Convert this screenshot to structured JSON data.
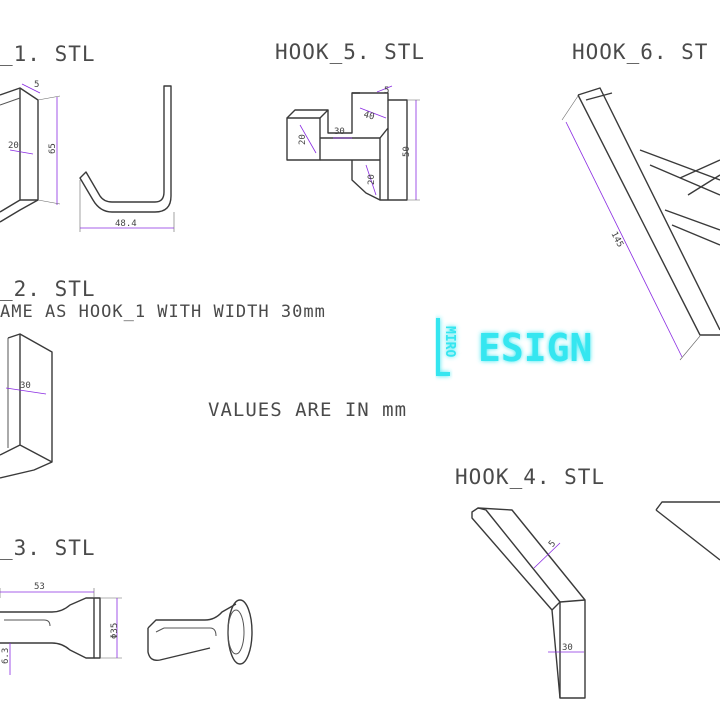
{
  "sheet": {
    "titles": {
      "hook1": "_1. STL",
      "hook5": "HOOK_5. STL",
      "hook6": "HOOK_6. ST",
      "hook2": "_2. STL",
      "hook3": "_3. STL",
      "hook4": "HOOK_4. STL"
    },
    "notes": {
      "hook2_note": "AME AS HOOK_1 WITH WIDTH 30mm",
      "units": "VALUES ARE IN mm"
    },
    "logo": {
      "vertical": "MIRO",
      "word": "ESIGN",
      "accent": "#35e6f0"
    },
    "dimensions": {
      "h1_top": "5",
      "h1_mid": "20",
      "h1_height": "65",
      "h1_width": "48.4",
      "h5_top": "5",
      "h5_forty": "40",
      "h5_thirty": "30",
      "h5_left": "20",
      "h5_lower": "20",
      "h5_height": "50",
      "h6_length": "145",
      "h2_width": "30",
      "h3_length": "53",
      "h3_dia": "Φ35",
      "h3_small": "6.3",
      "h4_thick": "5",
      "h4_width": "30"
    },
    "colors": {
      "ink": "#3a3a3a",
      "dimension": "#8a2be2"
    }
  }
}
